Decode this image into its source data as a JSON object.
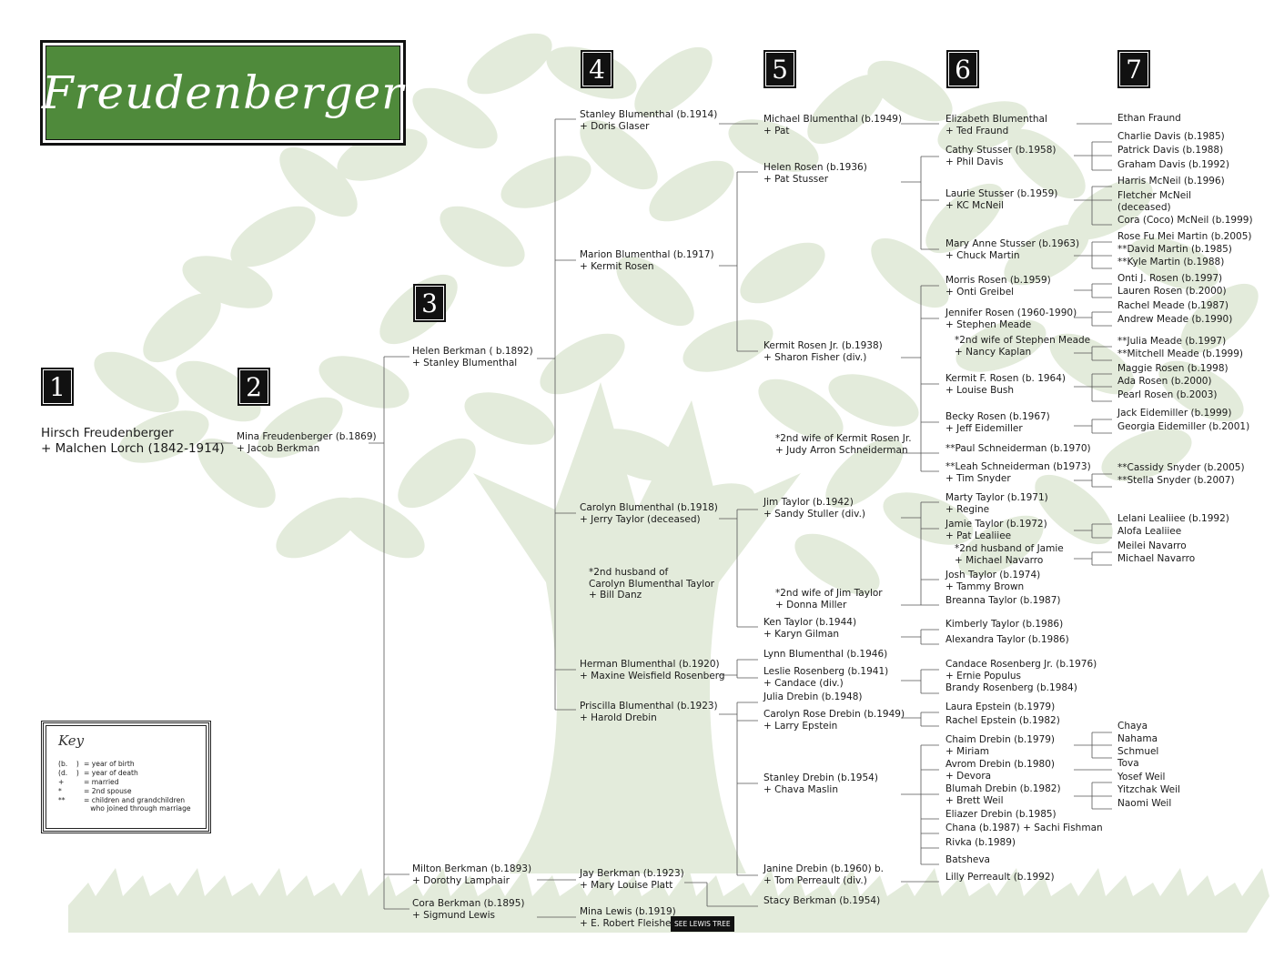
{
  "title": "Freudenberger",
  "generations": [
    "1",
    "2",
    "3",
    "4",
    "5",
    "6",
    "7"
  ],
  "key": {
    "heading": "Key",
    "rows": [
      {
        "symbol": "(b.    )",
        "meaning": "= year of birth"
      },
      {
        "symbol": "(d.    )",
        "meaning": "= year of death"
      },
      {
        "symbol": "+",
        "meaning": "= married"
      },
      {
        "symbol": "*",
        "meaning": "= 2nd spouse"
      },
      {
        "symbol": "**",
        "meaning": "= children and grandchildren\n   who joined through marriage"
      }
    ]
  },
  "see_lewis_tree": "SEE LEWIS TREE",
  "colors": {
    "title_bg": "#4f8a3b",
    "tree_bg": "#e3ebdb",
    "box": "#111111"
  },
  "nodes": [
    "Hirsch Freudenberger\n+ Malchen Lorch (1842-1914)",
    "Mina Freudenberger (b.1869)\n+ Jacob Berkman",
    "Helen Berkman ( b.1892)\n+ Stanley Blumenthal",
    "Milton Berkman (b.1893)\n+ Dorothy Lamphair",
    "Cora Berkman (b.1895)\n+ Sigmund Lewis",
    "Stanley Blumenthal (b.1914)\n+ Doris Glaser",
    "Marion Blumenthal (b.1917)\n+ Kermit Rosen",
    "Carolyn Blumenthal (b.1918)\n+ Jerry Taylor (deceased)",
    "*2nd husband of\nCarolyn Blumenthal Taylor\n+ Bill Danz",
    "Herman Blumenthal (b.1920)\n+ Maxine Weisfield Rosenberg",
    "Priscilla Blumenthal (b.1923)\n+ Harold Drebin",
    "Jay Berkman (b.1923)\n+ Mary Louise Platt",
    "Mina Lewis (b.1919)\n+ E. Robert Fleisher",
    "Michael Blumenthal (b.1949)\n+ Pat",
    "Helen Rosen (b.1936)\n+ Pat Stusser",
    "Kermit Rosen Jr. (b.1938)\n+ Sharon Fisher (div.)",
    "*2nd wife of Kermit Rosen Jr.\n+ Judy Arron Schneiderman",
    "Jim Taylor (b.1942)\n+ Sandy Stuller (div.)",
    "*2nd wife of Jim Taylor\n+ Donna Miller",
    "Ken Taylor (b.1944)\n+ Karyn Gilman",
    "Lynn Blumenthal (b.1946)",
    "Leslie Rosenberg (b.1941)\n+ Candace (div.)",
    "Julia Drebin (b.1948)",
    "Carolyn Rose Drebin (b.1949)\n+ Larry Epstein",
    "Stanley Drebin (b.1954)\n+ Chava Maslin",
    "Janine Drebin (b.1960) b.\n+ Tom Perreault (div.)",
    "Stacy Berkman (b.1954)",
    "Elizabeth Blumenthal\n+ Ted Fraund",
    "Cathy Stusser (b.1958)\n+ Phil Davis",
    "Laurie Stusser (b.1959)\n+ KC McNeil",
    "Mary Anne Stusser (b.1963)\n+ Chuck Martin",
    "Morris Rosen (b.1959)\n+ Onti Greibel",
    "Jennifer Rosen (1960-1990)\n+ Stephen Meade",
    "*2nd wife of Stephen Meade\n+ Nancy Kaplan",
    "Kermit F. Rosen (b. 1964)\n+ Louise Bush",
    "Becky Rosen (b.1967)\n+ Jeff Eidemiller",
    "**Paul Schneiderman (b.1970)",
    "**Leah Schneiderman (b1973)\n+ Tim Snyder",
    "Marty Taylor (b.1971)\n+ Regine",
    "Jamie Taylor (b.1972)\n+ Pat Lealiiee",
    "*2nd husband of Jamie\n+ Michael Navarro",
    "Josh Taylor (b.1974)\n+ Tammy Brown",
    "Breanna Taylor (b.1987)",
    "Kimberly Taylor (b.1986)",
    "Alexandra Taylor (b.1986)",
    "Candace Rosenberg Jr. (b.1976)\n+ Ernie Populus",
    "Brandy Rosenberg (b.1984)",
    "Laura Epstein (b.1979)",
    "Rachel Epstein (b.1982)",
    "Chaim Drebin (b.1979)\n+ Miriam",
    "Avrom Drebin (b.1980)\n+ Devora",
    "Blumah Drebin (b.1982)\n+ Brett Weil",
    "Eliazer Drebin (b.1985)",
    "Chana (b.1987) + Sachi Fishman",
    "Rivka (b.1989)",
    "Batsheva",
    "Lilly Perreault (b.1992)",
    "Ethan Fraund",
    "Charlie Davis (b.1985)",
    "Patrick Davis (b.1988)",
    "Graham Davis (b.1992)",
    "Harris McNeil (b.1996)",
    "Fletcher McNeil\n(deceased)",
    "Cora (Coco) McNeil (b.1999)",
    "Rose Fu Mei Martin (b.2005)",
    "**David Martin (b.1985)",
    "**Kyle Martin (b.1988)",
    "Onti J. Rosen (b.1997)",
    "Lauren Rosen (b.2000)",
    "Rachel Meade (b.1987)",
    "Andrew Meade (b.1990)",
    "**Julia Meade (b.1997)",
    "**Mitchell Meade (b.1999)",
    "Maggie Rosen (b.1998)",
    "Ada Rosen (b.2000)",
    "Pearl Rosen (b.2003)",
    "Jack Eidemiller (b.1999)",
    "Georgia Eidemiller (b.2001)",
    "**Cassidy Snyder (b.2005)",
    "**Stella Snyder (b.2007)",
    "Lelani Lealiiee (b.1992)",
    "Alofa Lealiiee",
    "Meilei Navarro",
    "Michael Navarro",
    "Chaya",
    "Nahama",
    "Schmuel",
    "Tova",
    "Yosef Weil",
    "Yitzchak Weil",
    "Naomi Weil"
  ]
}
